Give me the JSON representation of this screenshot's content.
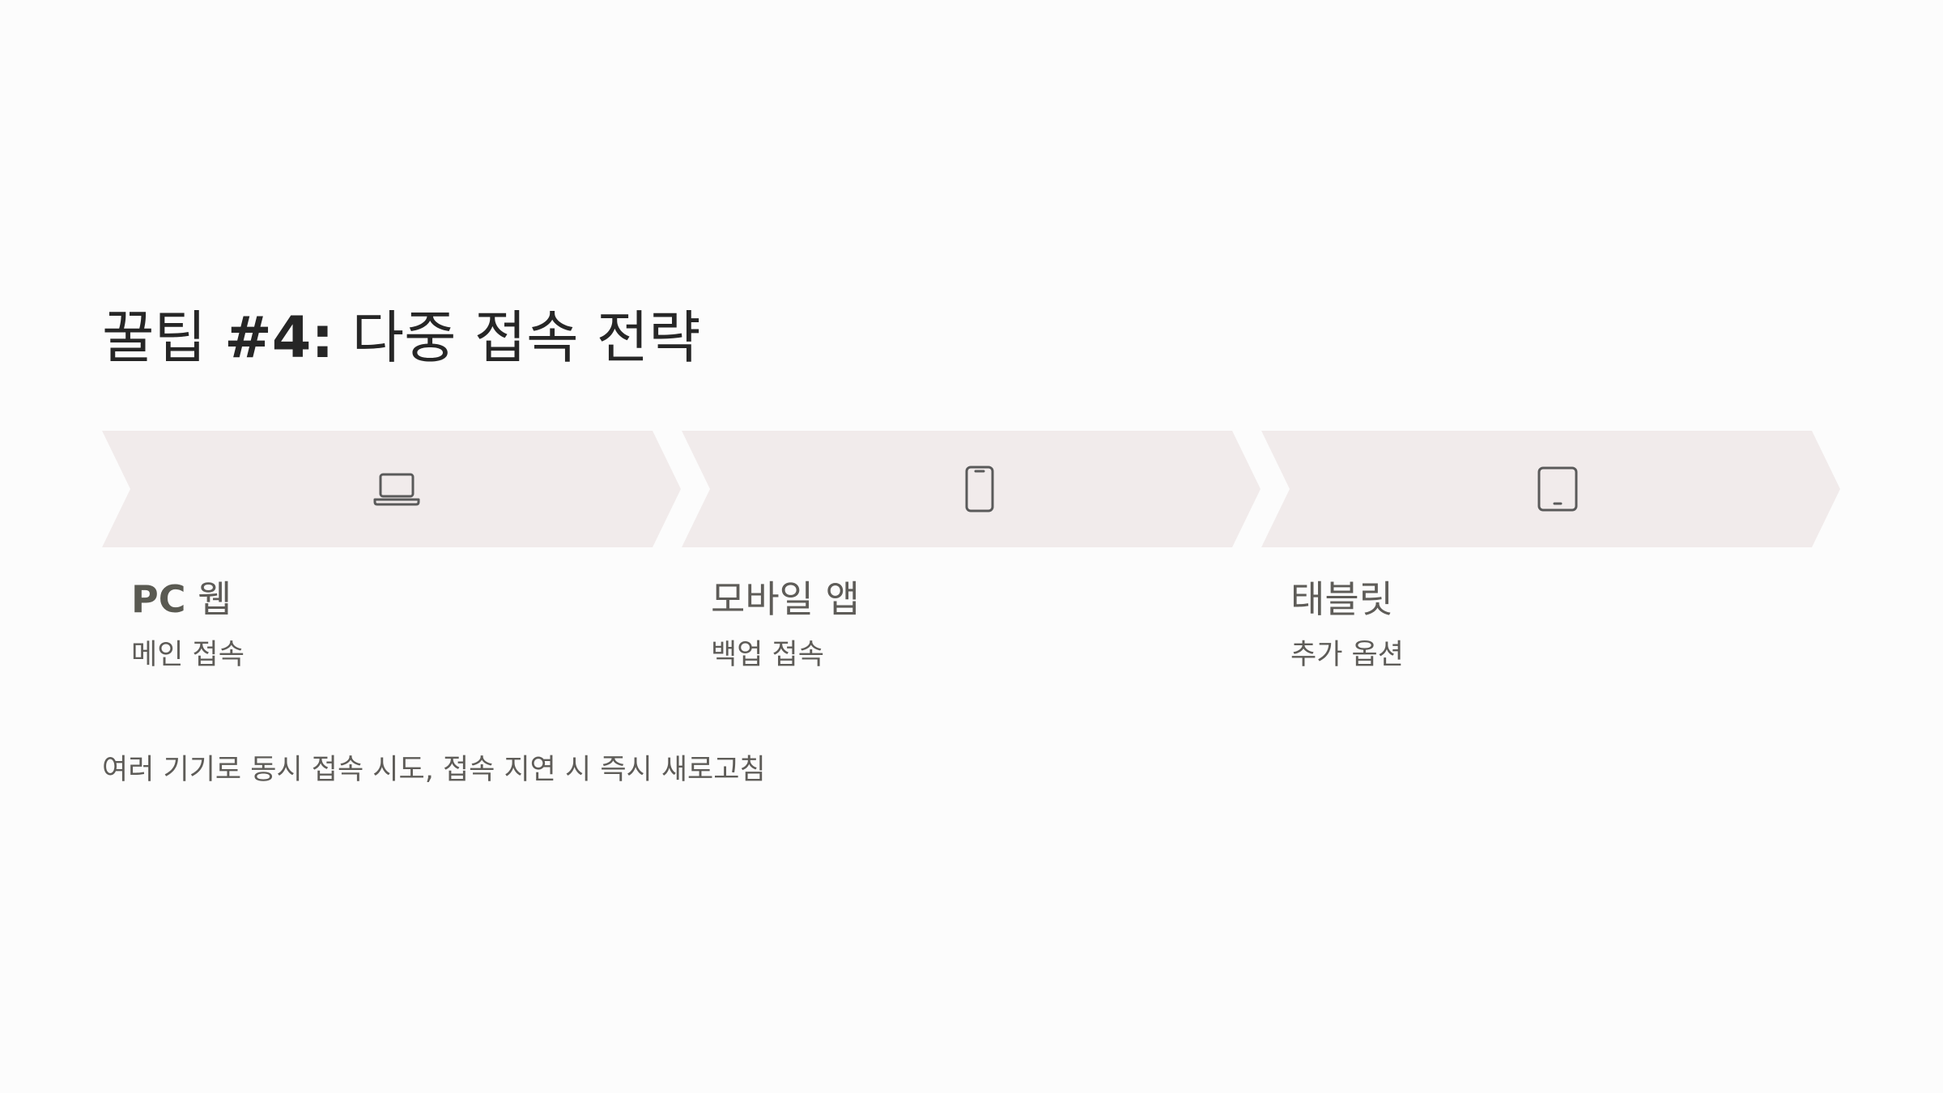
{
  "slide": {
    "title_prefix": "꿀팁 ",
    "title_bold": "#4:",
    "title_suffix": " 다중 접속 전략",
    "colors": {
      "background": "#fcfcfc",
      "chevron_fill": "#f1ebeb",
      "icon_stroke": "#5a5a5a",
      "text": "#5e5c58",
      "title": "#262626"
    },
    "steps": [
      {
        "icon": "laptop-icon",
        "label_bold": "PC",
        "label": " 웹",
        "description": "메인 접속"
      },
      {
        "icon": "smartphone-icon",
        "label_bold": "",
        "label": "모바일 앱",
        "description": "백업 접속"
      },
      {
        "icon": "tablet-icon",
        "label_bold": "",
        "label": "태블릿",
        "description": "추가 옵션"
      }
    ],
    "footer_note": "여러 기기로 동시 접속 시도, 접속 지연 시 즉시 새로고침"
  }
}
